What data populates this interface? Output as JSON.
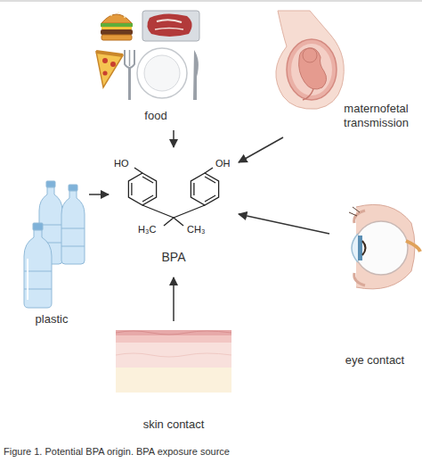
{
  "diagram": {
    "caption": "Figure 1. Potential BPA origin. BPA exposure source",
    "nodes": [
      {
        "text": [
          "food"
        ]
      },
      {
        "text": [
          "maternofetal transmission"
        ]
      },
      {
        "text": [
          "plastic"
        ]
      },
      {
        "text": [
          "HO",
          "OH",
          "H₃C",
          "CH₃",
          "BPA"
        ]
      },
      {
        "text": [
          "eye contact"
        ]
      },
      {
        "text": [
          "skin contact"
        ]
      }
    ],
    "edges": [
      {
        "from": 0,
        "to": 3,
        "arrow": "to"
      },
      {
        "from": 1,
        "to": 3,
        "arrow": "to"
      },
      {
        "from": 2,
        "to": 3,
        "arrow": "to"
      },
      {
        "from": 4,
        "to": 3,
        "arrow": "to"
      },
      {
        "from": 5,
        "to": 3,
        "arrow": "to"
      }
    ]
  }
}
